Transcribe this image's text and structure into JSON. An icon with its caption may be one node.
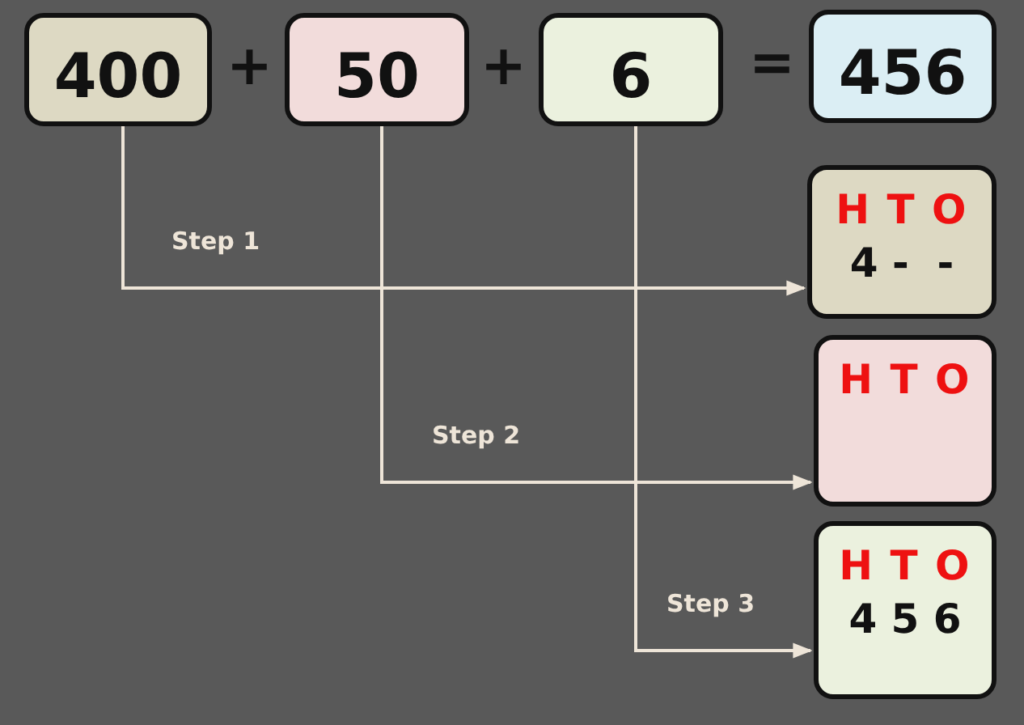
{
  "diagram": {
    "nodes": [
      {
        "text": [
          "400"
        ]
      },
      {
        "text": [
          "50"
        ]
      },
      {
        "text": [
          "6"
        ]
      },
      {
        "text": [
          "456"
        ]
      },
      {
        "text": [
          "H T O",
          "4 -  -"
        ]
      },
      {
        "text": [
          "H T O"
        ]
      },
      {
        "text": [
          "H T O",
          "4 5 6"
        ]
      }
    ],
    "edges": [
      {
        "from": 0,
        "to": 4,
        "arrow": "to",
        "label": "Step 1"
      },
      {
        "from": 1,
        "to": 5,
        "arrow": "to",
        "label": "Step 2"
      },
      {
        "from": 2,
        "to": 6,
        "arrow": "to",
        "label": "Step 3"
      }
    ],
    "labels": [
      "+",
      "+",
      "="
    ]
  }
}
